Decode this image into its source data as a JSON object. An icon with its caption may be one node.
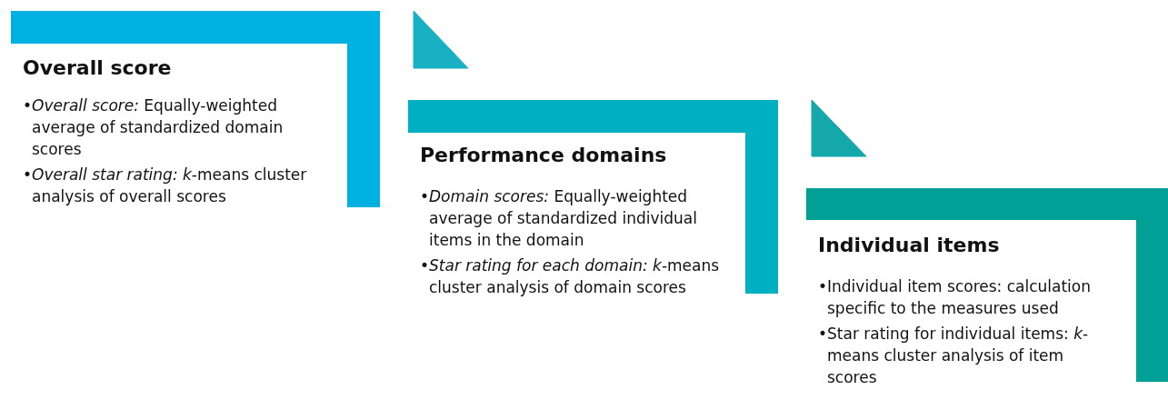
{
  "diagram": {
    "nodes": [
      {
        "text": [
          "Overall score",
          "•*Overall score:* Equally-weighted average of standardized domain scores",
          "•*Overall star rating: k*-means cluster analysis of overall scores"
        ]
      },
      {
        "text": [
          "Performance domains",
          "•*Domain scores:* Equally-weighted average of standardized individual items in the domain",
          "•*Star rating for each domain:* *k*-means cluster analysis of domain scores"
        ]
      },
      {
        "text": [
          "Individual items",
          "•Individual item scores: calculation specific to the measures used",
          "•Star rating for individual items: *k*-means cluster analysis of item scores"
        ]
      }
    ],
    "edges": [
      {
        "from": 0,
        "to": 1,
        "arrow": "to"
      },
      {
        "from": 1,
        "to": 2,
        "arrow": "to"
      }
    ]
  }
}
